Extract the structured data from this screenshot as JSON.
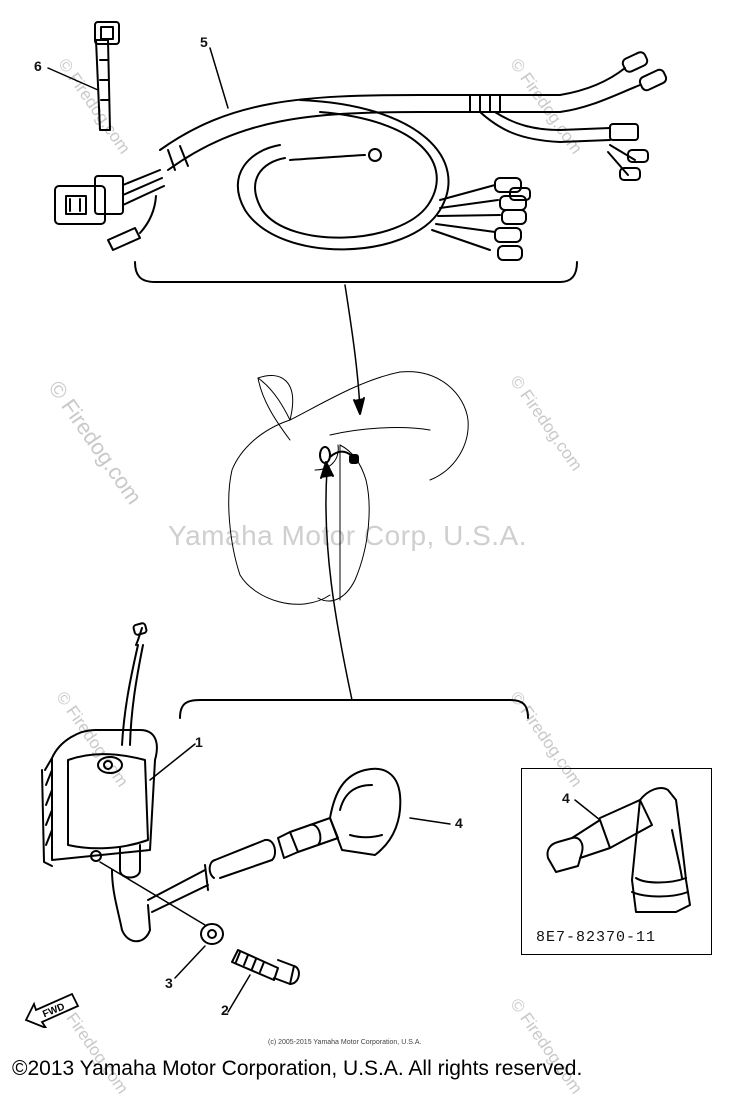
{
  "diagram": {
    "callouts": {
      "c1": "1",
      "c2": "2",
      "c3": "3",
      "c4_main": "4",
      "c4_inset": "4",
      "c5": "5",
      "c6": "6"
    },
    "inset_part_number": "8E7-82370-11",
    "fwd_label": "FWD",
    "watermarks": {
      "center": "Yamaha Motor Corp, U.S.A.",
      "firedog": "© Firedog.com"
    },
    "small_copyright": "(c) 2005-2015 Yamaha Motor Corporation, U.S.A.",
    "footer": "©2013 Yamaha Motor Corporation, U.S.A. All rights reserved."
  }
}
